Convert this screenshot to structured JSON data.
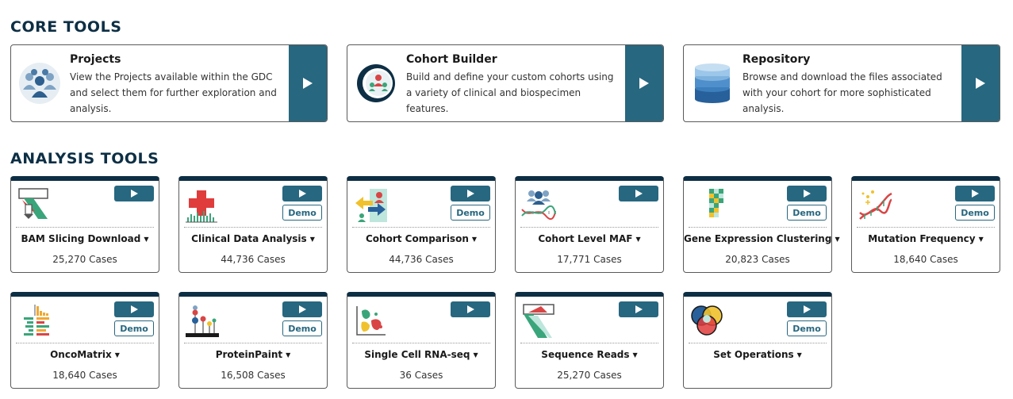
{
  "sections": {
    "core_title": "CORE TOOLS",
    "analysis_title": "ANALYSIS TOOLS"
  },
  "core_tools": [
    {
      "title": "Projects",
      "description": "View the Projects available within the GDC and select them for further exploration and analysis.",
      "icon": "people-group-icon"
    },
    {
      "title": "Cohort Builder",
      "description": "Build and define your custom cohorts using a variety of clinical and biospecimen features.",
      "icon": "cohort-builder-icon"
    },
    {
      "title": "Repository",
      "description": "Browse and download the files associated with your cohort for more sophisticated analysis.",
      "icon": "database-icon"
    }
  ],
  "demo_label": "Demo",
  "analysis_tools": [
    {
      "name": "BAM Slicing Download",
      "cases": "25,270 Cases",
      "demo": false,
      "icon": "bam-slicing-icon"
    },
    {
      "name": "Clinical Data Analysis",
      "cases": "44,736 Cases",
      "demo": true,
      "icon": "clinical-data-icon"
    },
    {
      "name": "Cohort Comparison",
      "cases": "44,736 Cases",
      "demo": true,
      "icon": "cohort-comparison-icon"
    },
    {
      "name": "Cohort Level MAF",
      "cases": "17,771 Cases",
      "demo": false,
      "icon": "cohort-maf-icon"
    },
    {
      "name": "Gene Expression Clustering",
      "cases": "20,823 Cases",
      "demo": true,
      "icon": "heatmap-icon"
    },
    {
      "name": "Mutation Frequency",
      "cases": "18,640 Cases",
      "demo": true,
      "icon": "dna-mutation-icon"
    },
    {
      "name": "OncoMatrix",
      "cases": "18,640 Cases",
      "demo": true,
      "icon": "oncomatrix-icon"
    },
    {
      "name": "ProteinPaint",
      "cases": "16,508 Cases",
      "demo": true,
      "icon": "lollipop-icon"
    },
    {
      "name": "Single Cell RNA-seq",
      "cases": "36 Cases",
      "demo": false,
      "icon": "scatter-cluster-icon"
    },
    {
      "name": "Sequence Reads",
      "cases": "25,270 Cases",
      "demo": false,
      "icon": "sequence-reads-icon"
    },
    {
      "name": "Set Operations",
      "cases": "",
      "demo": true,
      "icon": "venn-diagram-icon"
    }
  ]
}
